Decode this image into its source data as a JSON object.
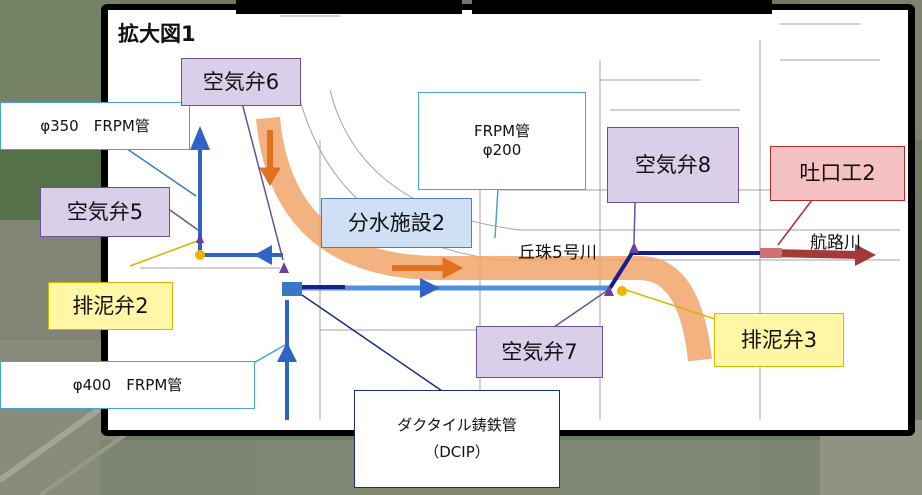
{
  "figure": {
    "title": "拡大図1",
    "river_label": "丘珠5号川",
    "channel_label": "航路川"
  },
  "callouts": {
    "air_valve_5": "空気弁5",
    "air_valve_6": "空気弁6",
    "air_valve_7": "空気弁7",
    "air_valve_8": "空気弁8",
    "mud_valve_2": "排泥弁2",
    "mud_valve_3": "排泥弁3",
    "branch_facility_2": "分水施設2",
    "outlet_2": "吐口工2",
    "pipe_350": "φ350　FRPM管",
    "pipe_400": "φ400　FRPM管",
    "pipe_200_line1": "FRPM管",
    "pipe_200_line2": "φ200",
    "dcip_line1": "ダクタイル鋳鉄管",
    "dcip_line2": "（DCIP）"
  },
  "colors": {
    "air_valve_fill": "#d9cfe8",
    "mud_valve_fill": "#fff6a6",
    "branch_fill": "#cfe0f5",
    "outlet_fill": "#f4c2c2",
    "pipe_blue": "#2f63c8",
    "pipe_navy": "#16208c",
    "river_orange": "#f0a66a",
    "outlet_red": "#a23a3a"
  }
}
